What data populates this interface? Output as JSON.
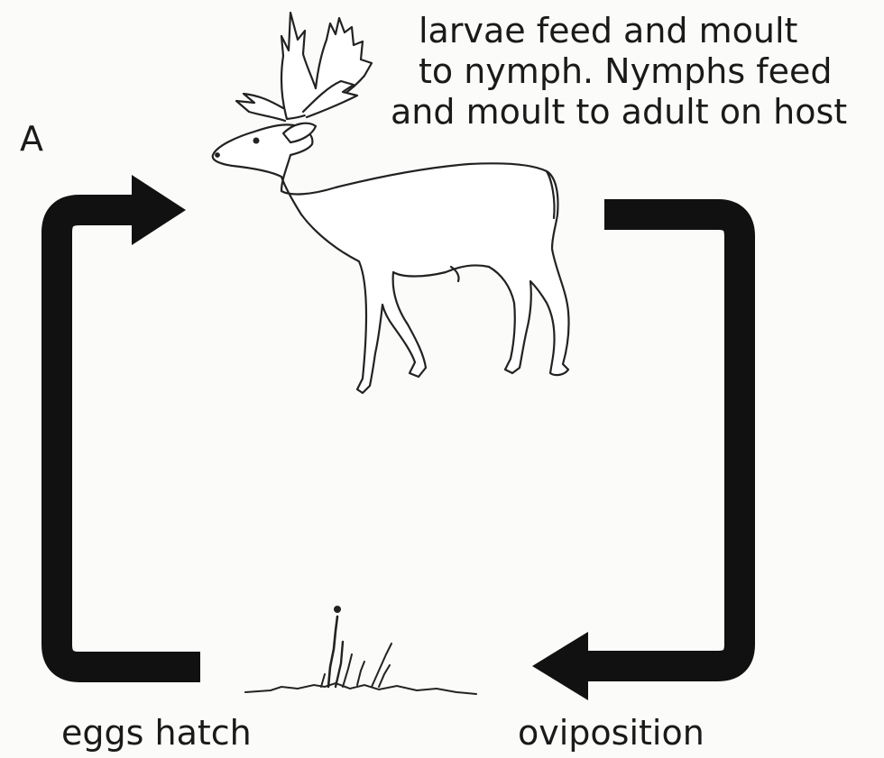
{
  "panel_label": "A",
  "host_caption": {
    "line1": "larvae feed and moult",
    "line2": "to nymph. Nymphs feed",
    "line3": "and moult to adult on host"
  },
  "stage_labels": {
    "bottom_left": "eggs hatch",
    "bottom_right": "oviposition"
  },
  "colors": {
    "arrow": "#111111",
    "ink": "#1a1a1a",
    "background": "#fbfbf9"
  },
  "icons": {
    "host": "deer-illustration",
    "ground": "grass-tuft-illustration"
  }
}
